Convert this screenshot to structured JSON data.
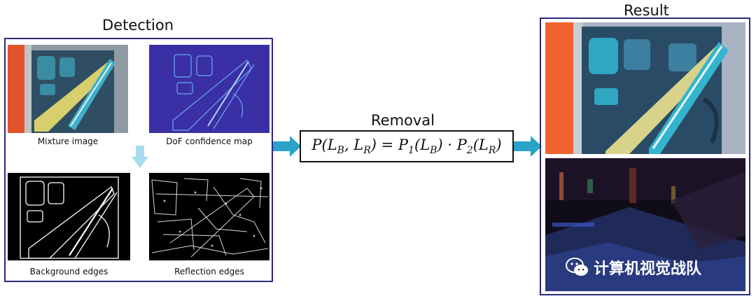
{
  "detection": {
    "title": "Detection",
    "panels": [
      {
        "caption": "Mixture image",
        "image": "mixture-image"
      },
      {
        "caption": "DoF confidence map",
        "image": "dof-confidence-map"
      },
      {
        "caption": "Background edges",
        "image": "background-edges"
      },
      {
        "caption": "Reflection edges",
        "image": "reflection-edges"
      }
    ]
  },
  "removal": {
    "title": "Removal",
    "formula": "P(L_B, L_R) = P_1(L_B) · P_2(L_R)"
  },
  "result": {
    "title": "Result",
    "images": [
      "background-layer",
      "reflection-layer"
    ]
  },
  "watermark": {
    "text": "计算机视觉战队"
  },
  "colors": {
    "frame": "#2a2a7a",
    "arrow": "#2aa3c7",
    "down_arrow": "#a8dcef"
  }
}
